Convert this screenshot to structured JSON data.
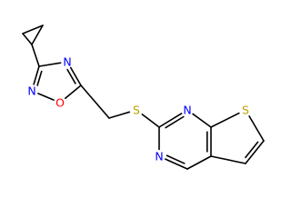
{
  "molecule": {
    "atoms": [
      {
        "id": "c_cp_a",
        "element": "C",
        "label": ""
      },
      {
        "id": "c_cp_b",
        "element": "C",
        "label": ""
      },
      {
        "id": "c_cp_c",
        "element": "C",
        "label": ""
      },
      {
        "id": "c3",
        "element": "C",
        "label": ""
      },
      {
        "id": "n4",
        "element": "N",
        "label": "N"
      },
      {
        "id": "c5",
        "element": "C",
        "label": ""
      },
      {
        "id": "o1",
        "element": "O",
        "label": "O"
      },
      {
        "id": "n2",
        "element": "N",
        "label": "N"
      },
      {
        "id": "ch2",
        "element": "C",
        "label": ""
      },
      {
        "id": "s_link",
        "element": "S",
        "label": "S"
      },
      {
        "id": "c2p",
        "element": "C",
        "label": ""
      },
      {
        "id": "n1p",
        "element": "N",
        "label": "N"
      },
      {
        "id": "c7a",
        "element": "C",
        "label": ""
      },
      {
        "id": "s_th",
        "element": "S",
        "label": "S"
      },
      {
        "id": "c6",
        "element": "C",
        "label": ""
      },
      {
        "id": "c5t",
        "element": "C",
        "label": ""
      },
      {
        "id": "c4a",
        "element": "C",
        "label": ""
      },
      {
        "id": "c4",
        "element": "C",
        "label": ""
      },
      {
        "id": "n3p",
        "element": "N",
        "label": "N"
      }
    ],
    "bonds": [
      {
        "a": "c_cp_a",
        "b": "c_cp_b",
        "order": 1
      },
      {
        "a": "c_cp_a",
        "b": "c_cp_c",
        "order": 1
      },
      {
        "a": "c_cp_b",
        "b": "c_cp_c",
        "order": 1
      },
      {
        "a": "c_cp_c",
        "b": "c3",
        "order": 1
      },
      {
        "a": "c3",
        "b": "n4",
        "order": 1
      },
      {
        "a": "n4",
        "b": "c5",
        "order": 2
      },
      {
        "a": "c5",
        "b": "o1",
        "order": 1
      },
      {
        "a": "o1",
        "b": "n2",
        "order": 1
      },
      {
        "a": "n2",
        "b": "c3",
        "order": 2
      },
      {
        "a": "c5",
        "b": "ch2",
        "order": 1
      },
      {
        "a": "ch2",
        "b": "s_link",
        "order": 1
      },
      {
        "a": "s_link",
        "b": "c2p",
        "order": 1
      },
      {
        "a": "c2p",
        "b": "n1p",
        "order": 2
      },
      {
        "a": "n1p",
        "b": "c7a",
        "order": 1
      },
      {
        "a": "c7a",
        "b": "s_th",
        "order": 1
      },
      {
        "a": "s_th",
        "b": "c6",
        "order": 1
      },
      {
        "a": "c6",
        "b": "c5t",
        "order": 2
      },
      {
        "a": "c5t",
        "b": "c4a",
        "order": 1
      },
      {
        "a": "c4a",
        "b": "c7a",
        "order": 2
      },
      {
        "a": "c4a",
        "b": "c4",
        "order": 1
      },
      {
        "a": "c4",
        "b": "n3p",
        "order": 2
      },
      {
        "a": "n3p",
        "b": "c2p",
        "order": 1
      }
    ],
    "colors": {
      "bond": "#000000",
      "S": "#b8a200",
      "N": "#0000ff",
      "O": "#ff0000",
      "background": "#ffffff"
    }
  }
}
